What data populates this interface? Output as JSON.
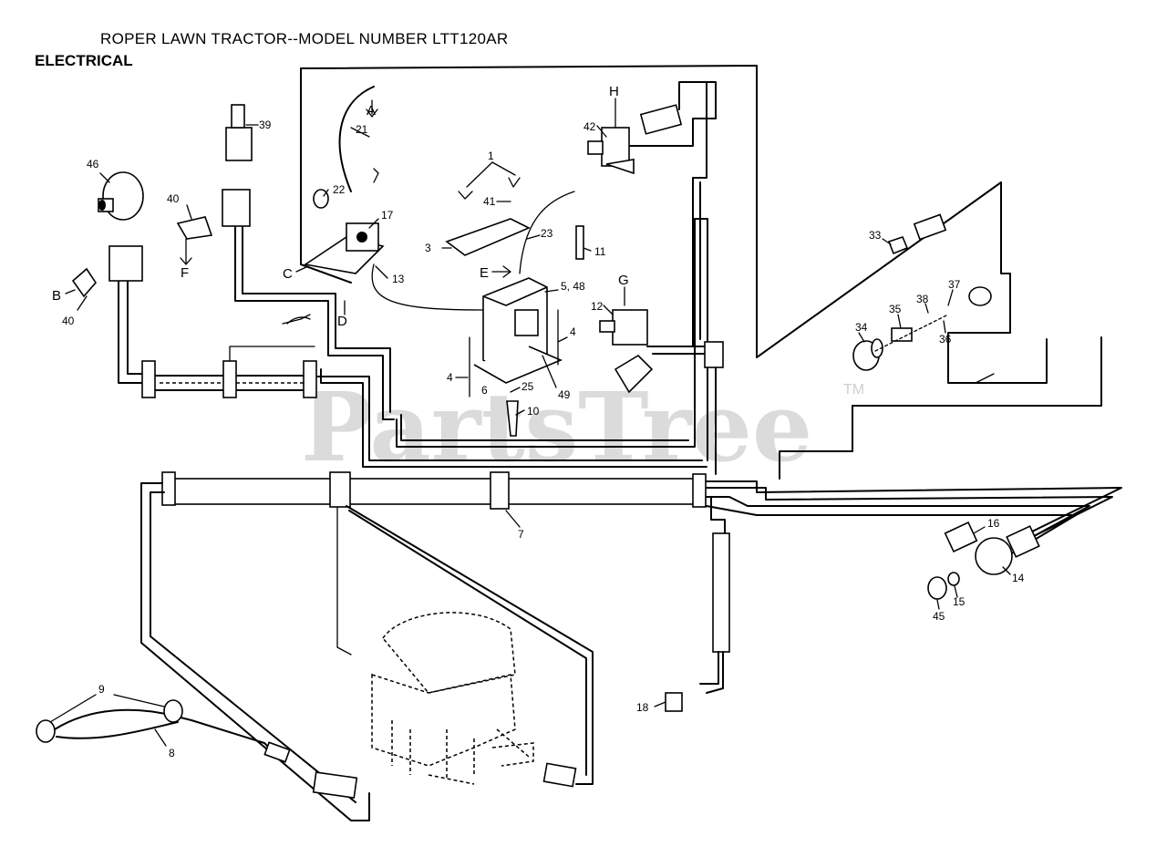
{
  "header": {
    "title": "ROPER LAWN TRACTOR--MODEL NUMBER LTT120AR",
    "section": "ELECTRICAL"
  },
  "watermark": {
    "text": "PartsTree",
    "tm": "TM"
  },
  "letters": {
    "A": "A",
    "B": "B",
    "C": "C",
    "D": "D",
    "E": "E",
    "F": "F",
    "G": "G",
    "H": "H"
  },
  "callouts": {
    "c1": "1",
    "c3": "3",
    "c4a": "4",
    "c4b": "4",
    "c5_48": "5, 48",
    "c6": "6",
    "c7": "7",
    "c8": "8",
    "c9": "9",
    "c10": "10",
    "c11": "11",
    "c12": "12",
    "c13": "13",
    "c14": "14",
    "c15": "15",
    "c16": "16",
    "c17": "17",
    "c18": "18",
    "c21": "21",
    "c22": "22",
    "c23": "23",
    "c25": "25",
    "c33": "33",
    "c34": "34",
    "c35": "35",
    "c36": "36",
    "c37": "37",
    "c38": "38",
    "c39": "39",
    "c40a": "40",
    "c40b": "40",
    "c41": "41",
    "c42": "42",
    "c45": "45",
    "c46": "46",
    "c49": "49"
  }
}
